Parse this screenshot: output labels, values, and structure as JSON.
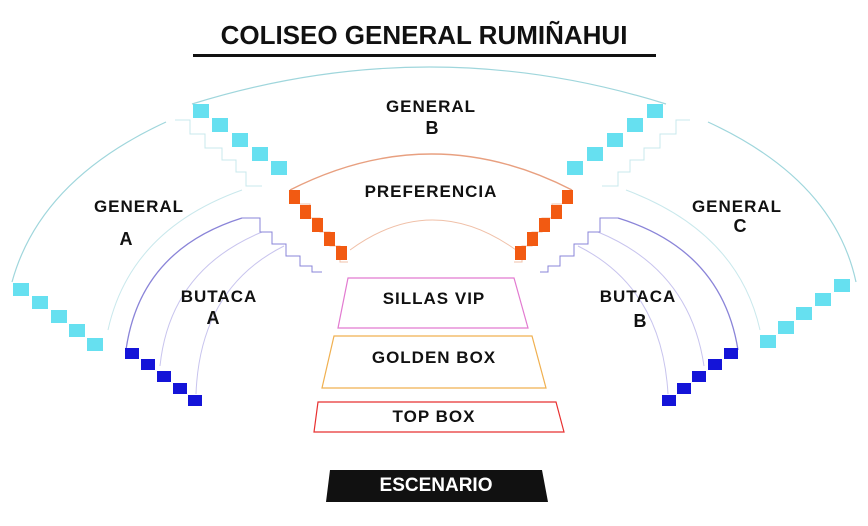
{
  "title": "COLISEO GENERAL RUMIÑAHUI",
  "stage": "ESCENARIO",
  "sections": {
    "general_a": {
      "line1": "GENERAL",
      "line2": "A",
      "color": "#66e0f0"
    },
    "general_b": {
      "line1": "GENERAL",
      "line2": "B",
      "color": "#66e0f0"
    },
    "general_c": {
      "line1": "GENERAL",
      "line2": "C",
      "color": "#66e0f0"
    },
    "preferencia": {
      "line1": "PREFERENCIA",
      "color": "#f25a12"
    },
    "butaca_a": {
      "line1": "BUTACA",
      "line2": "A",
      "color": "#1414d8"
    },
    "butaca_b": {
      "line1": "BUTACA",
      "line2": "B",
      "color": "#1414d8"
    },
    "sillas_vip": {
      "line1": "SILLAS VIP",
      "color": "#e27ad0"
    },
    "golden_box": {
      "line1": "GOLDEN BOX",
      "color": "#f0b050"
    },
    "top_box": {
      "line1": "TOP BOX",
      "color": "#e83030"
    }
  },
  "colors": {
    "stage_fill": "#111111",
    "title_underline": "#111111",
    "general_outline": "#9fd6dc",
    "butaca_outline": "#8a84d8",
    "preferencia_outline": "#e8a080"
  }
}
